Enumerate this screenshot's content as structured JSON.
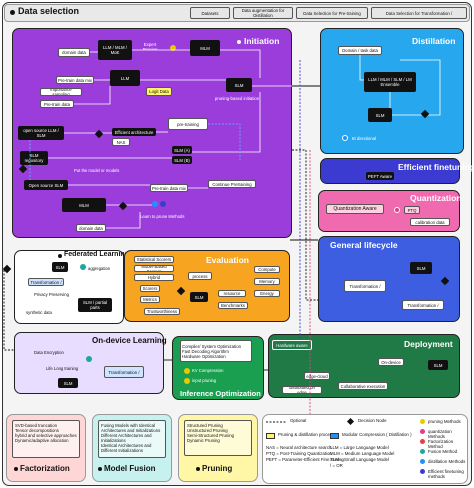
{
  "header": {
    "title": "Data selection",
    "tabs": [
      "Datasets",
      "Data augmentation for Distillation",
      "Data Selection for Pre-training",
      "Data Selection for Transformation /"
    ]
  },
  "initiation": {
    "title": "Initiation",
    "nodes": {
      "domain_data": "domain data",
      "llm_mlm_moe": "LLM / MLM / MoE",
      "expert_pruning": "Expert Pruning",
      "mlm": "MLM",
      "pretrain_mix": "Pre-train data mix",
      "llm": "LLM",
      "importance_sampling": "importance sampling",
      "pretrain_data": "Pre-train data",
      "logit_data": "Logit Data",
      "pruning_init": "pruning-based initiation",
      "slm": "SLM",
      "open_source_llm": "open source LLM / SLM",
      "efficient_arch": "Efficient architecture",
      "nas": "NAS",
      "pretraining": "pre-training",
      "slm_repository": "SLM repository",
      "slm_a": "SLM (A)",
      "slm_b": "SLM (B)",
      "put_model": "Put the model or models",
      "open_source_slm": "Open source SLM",
      "pretrain_data_mix2": "Pre-train data mix",
      "continue_pretraining": "Continue Pretraining",
      "mlm2": "MLM",
      "learn_to_prune": "Learn to prune Methods",
      "domain_data2": "domain data"
    }
  },
  "distillation": {
    "title": "Distillation",
    "nodes": {
      "domain_task_data": "Domain / task data",
      "ensemble": "LLM / MLM / SLM / LM Ensemble",
      "slm": "SLM",
      "bi_directional": "Bi directional"
    }
  },
  "efficient_finetuning": {
    "title": "Efficient finetuning",
    "peft": "PEFT Aware"
  },
  "quantization": {
    "title": "Quantization",
    "qaware": "Quantization Aware",
    "ptq": "PTQ",
    "calibration": "calibration data"
  },
  "general_lifecycle": {
    "title": "General lifecycle",
    "transformation": "Transformation /",
    "slm": "SLM"
  },
  "evaluation": {
    "title": "Evaluation",
    "nodes": {
      "statistical_scorers": "Statistical Scorers",
      "model_based_scorers": "Model-Based Scorers",
      "hybrid": "Hybrid",
      "scorers": "Scorers",
      "metrics": "Metrics",
      "trustworthiness": "Trustworthiness",
      "process": "process",
      "compute": "Compute",
      "memory": "Memory",
      "energy": "Energy",
      "resource": "resource",
      "benchmarks": "Benchmarks",
      "slm": "SLM"
    }
  },
  "federated": {
    "title": "Federated Learning",
    "slm": "SLM",
    "aggregation": "aggregation",
    "transformation": "Transformation /",
    "privacy": "Privacy Preserving",
    "slm_partial": "SLM / partial parts",
    "synthetic": "synthetic data"
  },
  "ondevice": {
    "title": "On-device Learning",
    "data_encryption": "Data Encryption",
    "life_long": "Life Long training",
    "slm": "SLM",
    "transformation": "Transformation /"
  },
  "inference": {
    "title": "Inference Optimization",
    "items": [
      "Compiler/ System Optimization",
      "Fast Decoding Algorithm",
      "Hardware Optimization"
    ],
    "kv": "KV Compression",
    "input_pruning": "input pruning"
  },
  "deployment": {
    "title": "Deployment",
    "hardware_aware": "Hardware aware",
    "on_device": "On-device",
    "edge_cloud": "edge-cloud",
    "distributed_edge": "distributed on edge",
    "collaborative": "Collaborative execution",
    "slm": "SLM"
  },
  "bottom": {
    "factorization": {
      "title": "Factorization",
      "items": [
        "SVD-based truncation",
        "Tensor decompositions",
        "hybrid and selective approaches",
        "Dynamic/adaptive allocation"
      ]
    },
    "model_fusion": {
      "title": "Model Fusion",
      "items": [
        "Fusing Models with Identical Architectures and Initializations",
        "Different Architectures and Initializations",
        "Identical Architectures and Different Initializations"
      ]
    },
    "pruning": {
      "title": "Pruning",
      "items": [
        "Structured Pruning",
        "Unstructured Pruning",
        "Semi-Structured Pruning",
        "Dynamic Pruning"
      ]
    }
  },
  "legend": {
    "optional": "Optional",
    "decision_node": "Decision Node",
    "pruning_distill": "Pruning & distillation process",
    "modular": "Modular Compression ( Distillation )",
    "abbrevs": [
      "NAS = Neural architecture search",
      "LLM = Large Language Model",
      "PTQ = Post-Training Quantization",
      "MLM = Medium Language Model",
      "PEFT = Parameter-Efficient Fine Tuning",
      "SLM = Small Language Model",
      "/ = OR"
    ],
    "methods": [
      {
        "label": "pruning Methods",
        "color": "#e8c800"
      },
      {
        "label": "quantization Methods",
        "color": "#e23b8a"
      },
      {
        "label": "Factorization Method",
        "color": "#e84040"
      },
      {
        "label": "Fusion Method",
        "color": "#1aa99d"
      },
      {
        "label": "distillation Methods",
        "color": "#1e90ff"
      },
      {
        "label": "Efficient finetuning methods",
        "color": "#3b3bd1"
      }
    ]
  }
}
